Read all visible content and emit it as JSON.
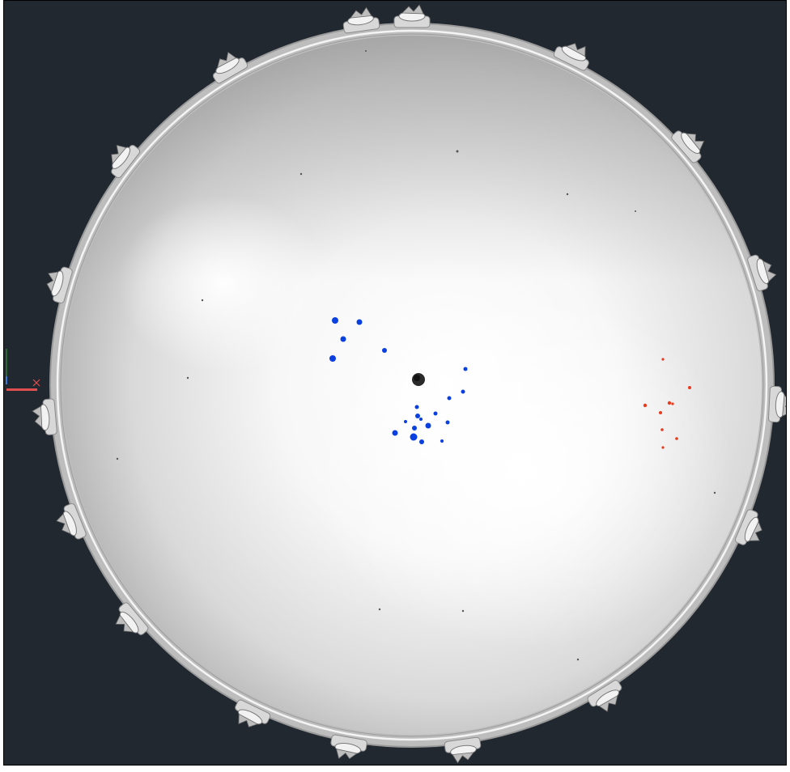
{
  "viewport": {
    "background": "#212830",
    "scan_object": "dome-point-cloud",
    "surface_color": "#e8e8e8",
    "markers": {
      "blue_color": "#0a3fe0",
      "red_color": "#e83a1c",
      "blue_count": 20,
      "red_count": 9
    },
    "ucs_icon": {
      "x_axis_color": "#e05050",
      "y_axis_color": "#3ca03c",
      "z_axis_color": "#3c78d8"
    }
  }
}
